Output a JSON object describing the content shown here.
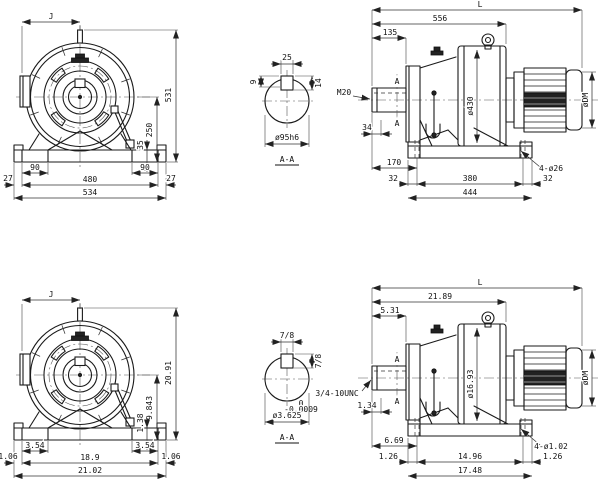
{
  "colors": {
    "line": "#1a1a1a",
    "background": "#ffffff"
  },
  "views": {
    "metric": {
      "front": {
        "width_ref": "J",
        "total_height": "531",
        "center_height": "250",
        "foot_height": "35",
        "foot_width_left": "90",
        "foot_width_right": "90",
        "edge_left": "27",
        "inner_span": "480",
        "edge_right": "27",
        "base_width": "534"
      },
      "section": {
        "title": "A-A",
        "key_width": "25",
        "key_height": "14",
        "key_depth": "9",
        "shaft_dia": "ø95h6"
      },
      "side": {
        "overall_len": "L",
        "reducer_len": "556",
        "shaft_len": "135",
        "section_mark_top": "A",
        "section_mark_bottom": "A",
        "tap": "M20",
        "tap_depth": "34",
        "housing_dia": "ø430",
        "motor_dia": "øDM",
        "shaft_to_hole": "170",
        "hole_edge_left": "32",
        "hole_span": "380",
        "hole_edge_right": "32",
        "base_len": "444",
        "holes": "4-ø26"
      }
    },
    "imperial": {
      "front": {
        "width_ref": "J",
        "total_height": "20.91",
        "center_height": "9.843",
        "foot_height": "1.38",
        "foot_width_left": "3.54",
        "foot_width_right": "3.54",
        "edge_left": "1.06",
        "inner_span": "18.9",
        "edge_right": "1.06",
        "base_width": "21.02"
      },
      "section": {
        "title": "A-A",
        "key_width": "7/8",
        "key_height": "7/8",
        "shaft_dia": "ø3.625",
        "tol_high": "0",
        "tol_low": "-0.0009"
      },
      "side": {
        "overall_len": "L",
        "reducer_len": "21.89",
        "shaft_len": "5.31",
        "section_mark_top": "A",
        "section_mark_bottom": "A",
        "tap": "3/4-10UNC",
        "tap_depth": "1.34",
        "housing_dia": "ø16.93",
        "motor_dia": "øDM",
        "shaft_to_hole": "6.69",
        "hole_edge_left": "1.26",
        "hole_span": "14.96",
        "hole_edge_right": "1.26",
        "base_len": "17.48",
        "holes": "4-ø1.02"
      }
    }
  }
}
